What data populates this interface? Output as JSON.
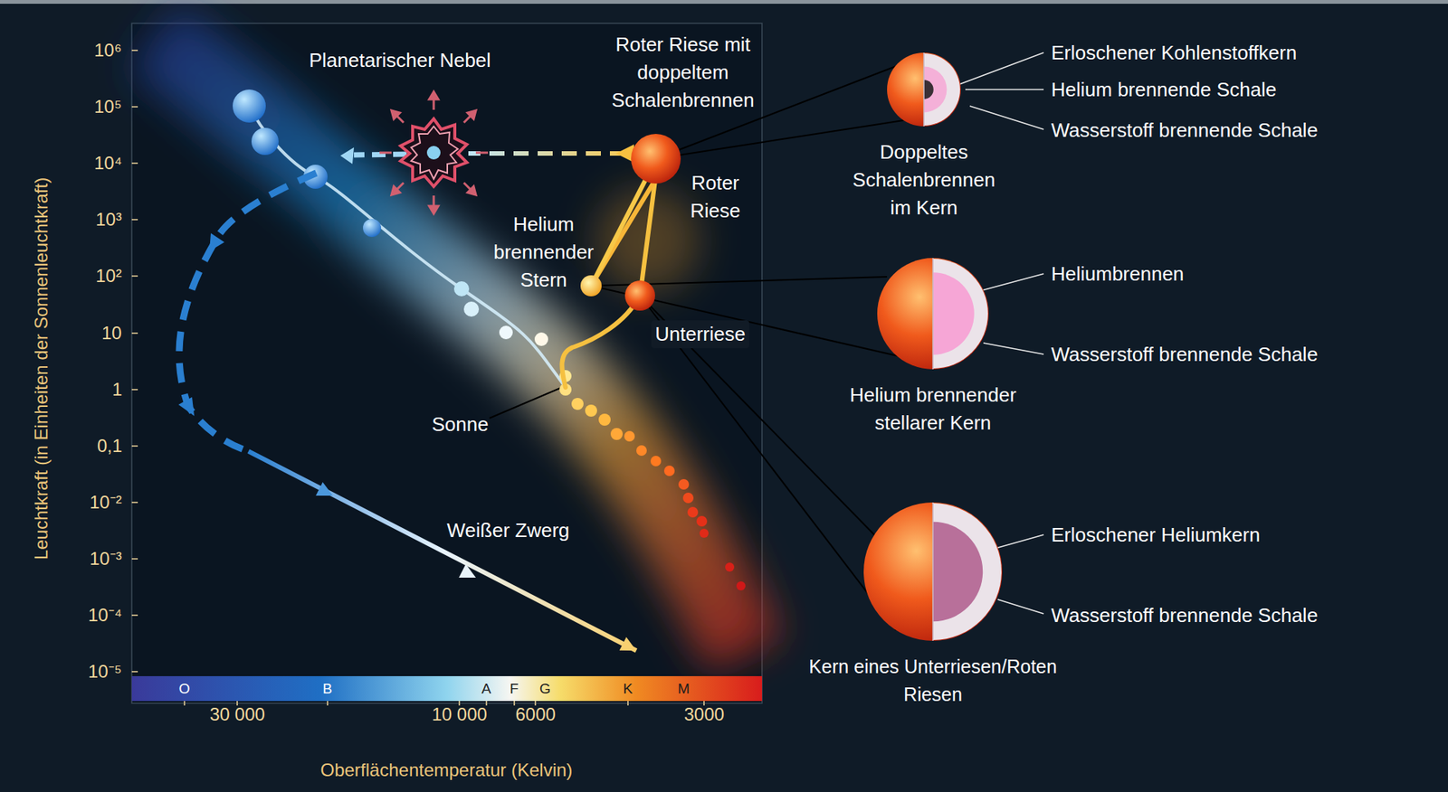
{
  "diagram": {
    "nodes": [
      {
        "text": [
          "Doppeltes Schalenbrennen im Kern"
        ]
      },
      {
        "text": [
          "Helium brennender stellarer Kern"
        ]
      },
      {
        "text": [
          "Kern eines Unterriesen/Roten Riesen"
        ]
      }
    ],
    "labels": [
      "Leuchtkraft (in Einheiten der Sonnenleuchtkraft)",
      "10⁶",
      "10⁵",
      "10⁴",
      "10³",
      "10²",
      "10",
      "1",
      "0,1",
      "10⁻²",
      "10⁻³",
      "10⁻⁴",
      "10⁻⁵",
      "O",
      "B",
      "A",
      "F",
      "G",
      "K",
      "M",
      "30 000",
      "10 000",
      "6000",
      "3000",
      "Oberflächentemperatur (Kelvin)",
      "Planetarischer Nebel",
      "Roter Riese mit doppeltem Schalenbrennen",
      "Roter Riese",
      "Helium brennender Stern",
      "Unterriese",
      "Sonne",
      "Weißer Zwerg",
      "Erloschener Kohlenstoffkern",
      "Helium brennende Schale",
      "Wasserstoff brennende Schale",
      "Heliumbrennen",
      "Wasserstoff brennende Schale",
      "Erloschener Heliumkern",
      "Wasserstoff brennende Schale"
    ]
  }
}
